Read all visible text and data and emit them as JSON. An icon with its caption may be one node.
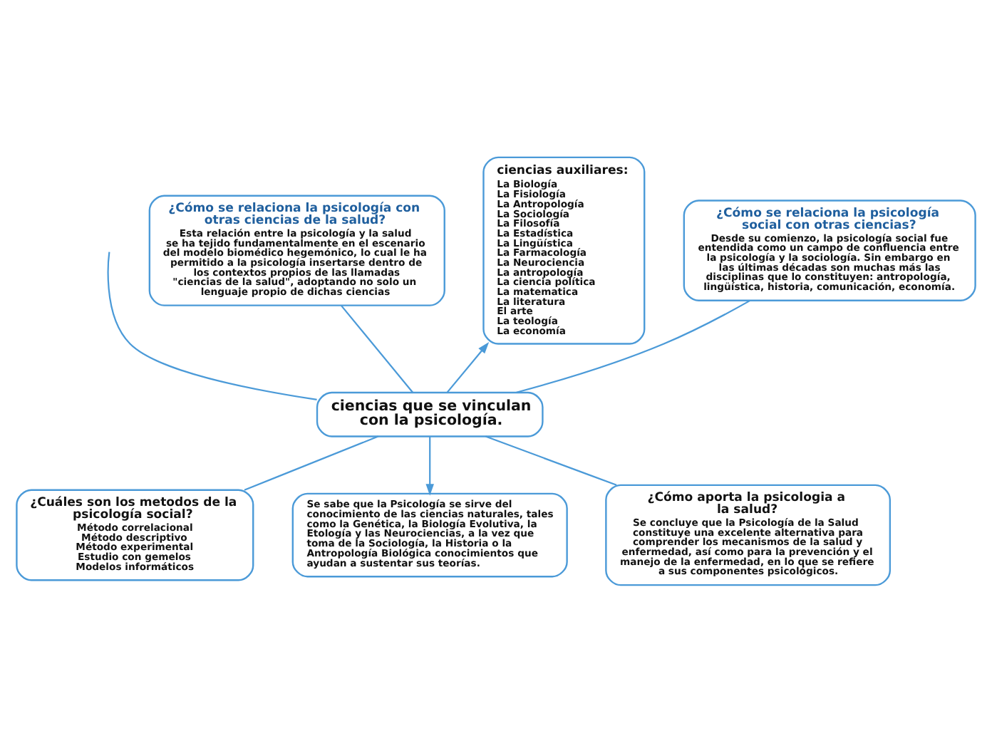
{
  "diagram": {
    "nodes": [
      {
        "text": [
          "ciencias auxiliares:",
          "La Biología",
          "La Fisiología",
          "La Antropología",
          "La Sociología",
          "La Filosofía",
          "La Estadística",
          "La Lingüística",
          "La Farmacología",
          "La Neurociencia",
          "La antropología",
          "La ciencia política",
          "La matematica",
          "La literatura",
          "El arte",
          "La teología",
          "La economía"
        ]
      },
      {
        "text": [
          "¿Cómo se relaciona la psicología con otras ciencias de la salud?",
          "Esta relación entre la psicología y la salud se ha tejido fundamentalmente en el escenario del modelo biomédico hegemónico, lo cual le ha permitido a la psicología insertarse dentro de los contextos propios de las llamadas \"ciencias de la salud\", adoptando no solo un lenguaje propio de dichas ciencias"
        ]
      },
      {
        "text": [
          "¿Cómo se relaciona la psicología social con otras ciencias?",
          "Desde su comienzo, la psicología social fue entendida como un campo de confluencia entre la psicología y la sociología. Sin embargo en las últimas décadas son muchas más las disciplinas que lo constituyen: antropología, lingüística, historia, comunicación, economía."
        ]
      },
      {
        "text": [
          "ciencias que se vinculan con la psicología."
        ]
      },
      {
        "text": [
          "¿Cuáles son los metodos de la psicología social?",
          "Método correlacional",
          "Método descriptivo",
          "Método experimental",
          "Estudio con gemelos",
          "Modelos informáticos"
        ]
      },
      {
        "text": [
          "¿Cómo aporta la psicologia a la salud?",
          "Se concluye que la Psicología de la Salud constituye una excelente alternativa para comprender los mecanismos de la salud y enfermedad, así como para la prevención y el manejo de la enfermedad, en lo que se refiere a sus componentes psicológicos."
        ]
      },
      {
        "text": [
          "Se sabe que la Psicología se sirve del conocimiento de las ciencias naturales, tales como la Genética, la Biología Evolutiva, la Etología y las Neurociencias, a la vez que toma de la Sociología, la Historia o la Antropología Biológica conocimientos que ayudan a sustentar sus teorías."
        ]
      }
    ],
    "edges": [
      {
        "from": 3,
        "to": null,
        "arrow": "none"
      },
      {
        "from": 3,
        "to": 1,
        "arrow": "none"
      },
      {
        "from": 3,
        "to": 0,
        "arrow": "to"
      },
      {
        "from": 3,
        "to": 2,
        "arrow": "none"
      },
      {
        "from": 3,
        "to": 4,
        "arrow": "none"
      },
      {
        "from": 3,
        "to": 6,
        "arrow": "to"
      },
      {
        "from": 3,
        "to": 5,
        "arrow": "none"
      }
    ]
  }
}
